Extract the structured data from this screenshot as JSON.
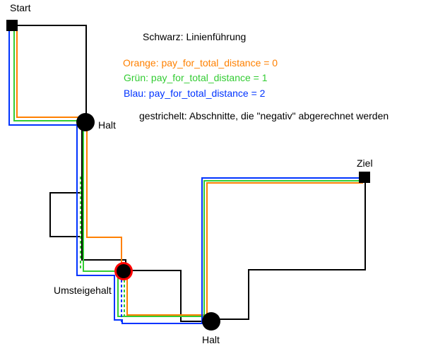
{
  "labels": {
    "start": "Start",
    "halt_1": "Halt",
    "ziel": "Ziel",
    "umsteigehalt": "Umsteigehalt",
    "halt_2": "Halt"
  },
  "legend": {
    "black": "Schwarz: Linienführung",
    "orange": "Orange: pay_for_total_distance = 0",
    "green": "Grün: pay_for_total_distance = 1",
    "blue": "Blau: pay_for_total_distance = 2",
    "dashed": "gestrichelt: Abschnitte, die \"negativ\" abgerechnet werden"
  },
  "colors": {
    "black": "#000000",
    "orange": "#ff8000",
    "green": "#33cc33",
    "blue": "#0033ff",
    "transfer_ring": "#ff0000"
  }
}
